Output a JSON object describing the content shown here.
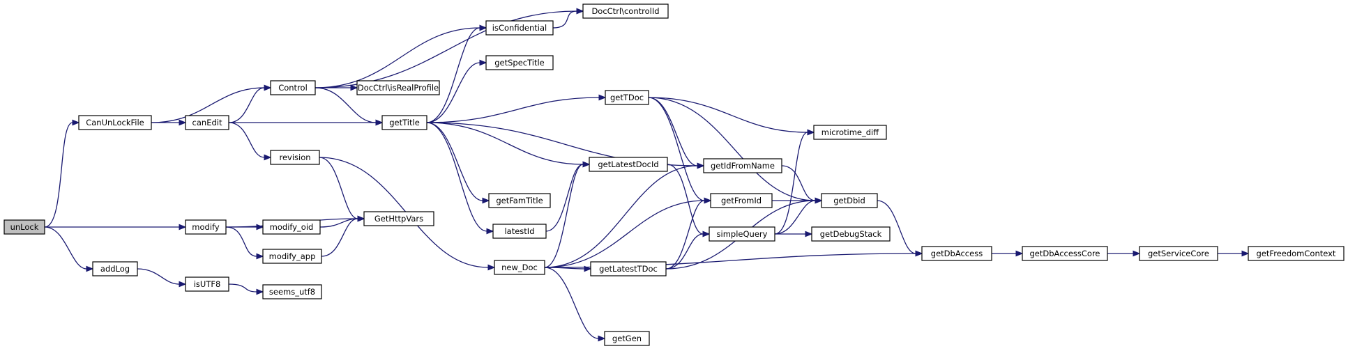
{
  "colors": {
    "edge": "#191970",
    "root_fill": "#bfbfbf",
    "node_fill": "#ffffff",
    "border": "#000000"
  },
  "nodes": [
    {
      "id": "unLock",
      "label": "unLock",
      "root": true
    },
    {
      "id": "CanUnLockFile",
      "label": "CanUnLockFile"
    },
    {
      "id": "modify",
      "label": "modify"
    },
    {
      "id": "addLog",
      "label": "addLog"
    },
    {
      "id": "canEdit",
      "label": "canEdit"
    },
    {
      "id": "Control",
      "label": "Control"
    },
    {
      "id": "revision",
      "label": "revision"
    },
    {
      "id": "modify_oid",
      "label": "modify_oid"
    },
    {
      "id": "modify_app",
      "label": "modify_app"
    },
    {
      "id": "isUTF8",
      "label": "isUTF8"
    },
    {
      "id": "seems_utf8",
      "label": "seems_utf8"
    },
    {
      "id": "GetHttpVars",
      "label": "GetHttpVars"
    },
    {
      "id": "DocCtrlIsRealProfile",
      "label": "DocCtrl\\isRealProfile"
    },
    {
      "id": "isConfidential",
      "label": "isConfidential"
    },
    {
      "id": "DocCtrlControlId",
      "label": "DocCtrl\\controlId"
    },
    {
      "id": "getTitle",
      "label": "getTitle"
    },
    {
      "id": "getSpecTitle",
      "label": "getSpecTitle"
    },
    {
      "id": "getFamTitle",
      "label": "getFamTitle"
    },
    {
      "id": "latestId",
      "label": "latestId"
    },
    {
      "id": "new_Doc",
      "label": "new_Doc"
    },
    {
      "id": "getGen",
      "label": "getGen"
    },
    {
      "id": "getTDoc",
      "label": "getTDoc"
    },
    {
      "id": "getLatestDocId",
      "label": "getLatestDocId"
    },
    {
      "id": "getLatestTDoc",
      "label": "getLatestTDoc"
    },
    {
      "id": "getIdFromName",
      "label": "getIdFromName"
    },
    {
      "id": "getFromId",
      "label": "getFromId"
    },
    {
      "id": "simpleQuery",
      "label": "simpleQuery"
    },
    {
      "id": "microtime_diff",
      "label": "microtime_diff"
    },
    {
      "id": "getDbid",
      "label": "getDbid"
    },
    {
      "id": "getDebugStack",
      "label": "getDebugStack"
    },
    {
      "id": "getDbAccess",
      "label": "getDbAccess"
    },
    {
      "id": "getDbAccessCore",
      "label": "getDbAccessCore"
    },
    {
      "id": "getServiceCore",
      "label": "getServiceCore"
    },
    {
      "id": "getFreedomContext",
      "label": "getFreedomContext"
    }
  ],
  "edges": [
    [
      "unLock",
      "CanUnLockFile"
    ],
    [
      "unLock",
      "modify"
    ],
    [
      "unLock",
      "addLog"
    ],
    [
      "CanUnLockFile",
      "Control"
    ],
    [
      "CanUnLockFile",
      "canEdit"
    ],
    [
      "canEdit",
      "Control"
    ],
    [
      "canEdit",
      "getTitle"
    ],
    [
      "canEdit",
      "revision"
    ],
    [
      "Control",
      "DocCtrlControlId"
    ],
    [
      "Control",
      "isConfidential"
    ],
    [
      "Control",
      "DocCtrlIsRealProfile"
    ],
    [
      "Control",
      "getTitle"
    ],
    [
      "isConfidential",
      "DocCtrlControlId"
    ],
    [
      "getTitle",
      "isConfidential"
    ],
    [
      "getTitle",
      "getSpecTitle"
    ],
    [
      "getTitle",
      "getTDoc"
    ],
    [
      "getTitle",
      "getIdFromName"
    ],
    [
      "getTitle",
      "getLatestDocId"
    ],
    [
      "getTitle",
      "getFamTitle"
    ],
    [
      "getTitle",
      "latestId"
    ],
    [
      "revision",
      "GetHttpVars"
    ],
    [
      "revision",
      "new_Doc"
    ],
    [
      "modify",
      "GetHttpVars"
    ],
    [
      "modify",
      "modify_oid"
    ],
    [
      "modify",
      "modify_app"
    ],
    [
      "modify_oid",
      "GetHttpVars"
    ],
    [
      "modify_app",
      "GetHttpVars"
    ],
    [
      "addLog",
      "isUTF8"
    ],
    [
      "isUTF8",
      "seems_utf8"
    ],
    [
      "latestId",
      "getLatestDocId"
    ],
    [
      "new_Doc",
      "getLatestDocId"
    ],
    [
      "new_Doc",
      "getIdFromName"
    ],
    [
      "new_Doc",
      "getFromId"
    ],
    [
      "new_Doc",
      "getLatestTDoc"
    ],
    [
      "new_Doc",
      "getGen"
    ],
    [
      "new_Doc",
      "getDbAccess"
    ],
    [
      "getTDoc",
      "microtime_diff"
    ],
    [
      "getTDoc",
      "getIdFromName"
    ],
    [
      "getTDoc",
      "getFromId"
    ],
    [
      "getTDoc",
      "getDbid"
    ],
    [
      "getLatestDocId",
      "simpleQuery"
    ],
    [
      "getLatestTDoc",
      "getFromId"
    ],
    [
      "getLatestTDoc",
      "simpleQuery"
    ],
    [
      "getLatestTDoc",
      "getDbid"
    ],
    [
      "getIdFromName",
      "getDbid"
    ],
    [
      "getFromId",
      "getDbid"
    ],
    [
      "simpleQuery",
      "microtime_diff"
    ],
    [
      "simpleQuery",
      "getDbid"
    ],
    [
      "simpleQuery",
      "getDebugStack"
    ],
    [
      "getDbid",
      "getDbAccess"
    ],
    [
      "getDbAccess",
      "getDbAccessCore"
    ],
    [
      "getDbAccessCore",
      "getServiceCore"
    ],
    [
      "getServiceCore",
      "getFreedomContext"
    ]
  ]
}
